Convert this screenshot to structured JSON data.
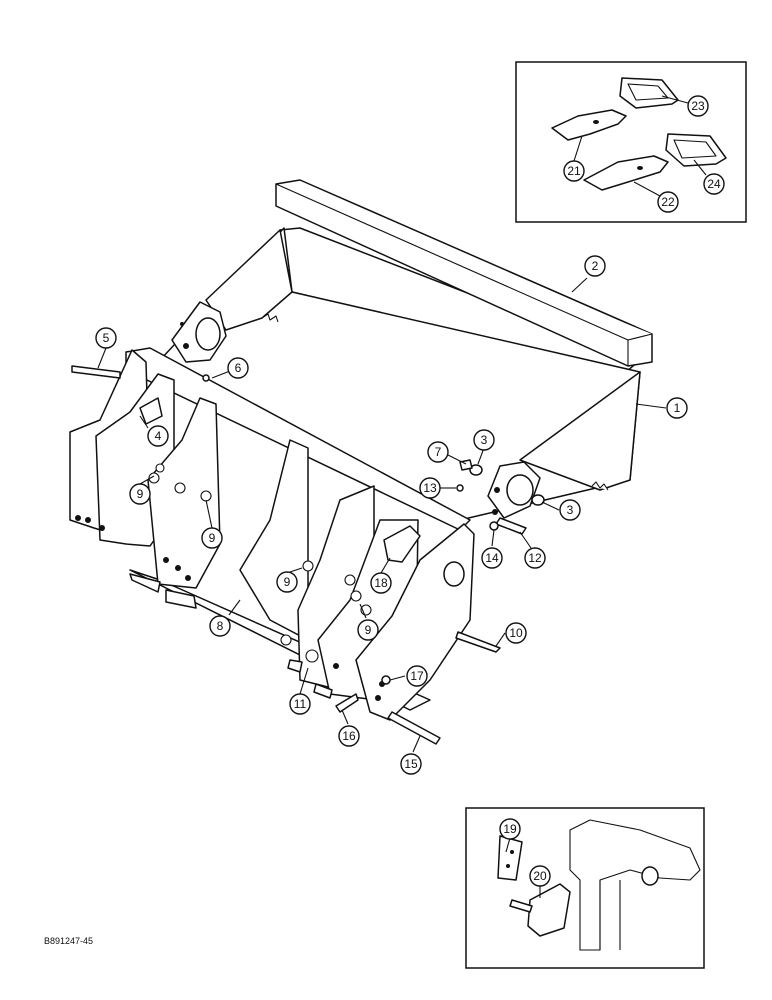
{
  "figure_code": "B891247-45",
  "callouts": {
    "c1": "1",
    "c2": "2",
    "c3a": "3",
    "c3b": "3",
    "c4": "4",
    "c5": "5",
    "c6": "6",
    "c7": "7",
    "c8": "8",
    "c9a": "9",
    "c9b": "9",
    "c9c": "9",
    "c9d": "9",
    "c10": "10",
    "c11": "11",
    "c12": "12",
    "c13": "13",
    "c14": "14",
    "c15": "15",
    "c16": "16",
    "c17": "17",
    "c18": "18",
    "c19": "19",
    "c20": "20",
    "c21": "21",
    "c22": "22",
    "c23": "23",
    "c24": "24"
  }
}
